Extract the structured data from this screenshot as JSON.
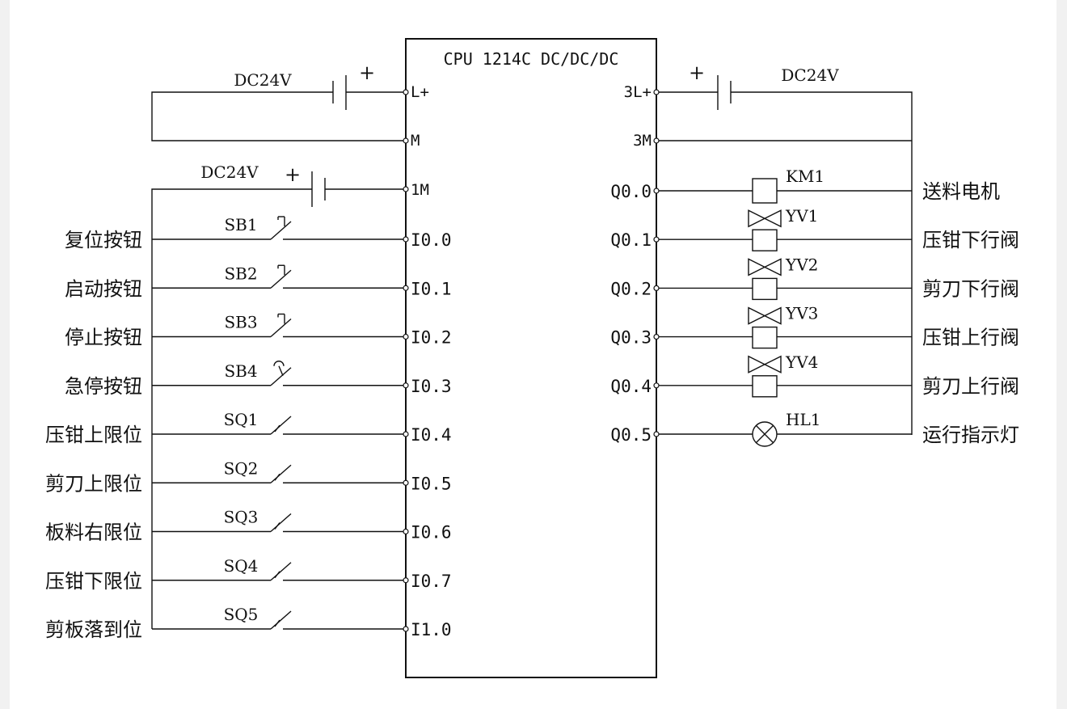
{
  "cpu": {
    "title": "CPU 1214C DC/DC/DC"
  },
  "power": {
    "dc24v": "DC24V",
    "plus": "+",
    "left_terms": [
      "L+",
      "M",
      "1M"
    ],
    "right_terms": [
      "3L+",
      "3M"
    ]
  },
  "inputs": [
    {
      "device": "SB1",
      "label": "复位按钮",
      "addr": "I0.0",
      "kind": "pb"
    },
    {
      "device": "SB2",
      "label": "启动按钮",
      "addr": "I0.1",
      "kind": "pb"
    },
    {
      "device": "SB3",
      "label": "停止按钮",
      "addr": "I0.2",
      "kind": "pb"
    },
    {
      "device": "SB4",
      "label": "急停按钮",
      "addr": "I0.3",
      "kind": "estop"
    },
    {
      "device": "SQ1",
      "label": "压钳上限位",
      "addr": "I0.4",
      "kind": "limit"
    },
    {
      "device": "SQ2",
      "label": "剪刀上限位",
      "addr": "I0.5",
      "kind": "limit"
    },
    {
      "device": "SQ3",
      "label": "板料右限位",
      "addr": "I0.6",
      "kind": "limit"
    },
    {
      "device": "SQ4",
      "label": "压钳下限位",
      "addr": "I0.7",
      "kind": "limit"
    },
    {
      "device": "SQ5",
      "label": "剪板落到位",
      "addr": "I1.0",
      "kind": "limit"
    }
  ],
  "outputs": [
    {
      "device": "KM1",
      "label": "送料电机",
      "addr": "Q0.0",
      "kind": "coil"
    },
    {
      "device": "YV1",
      "label": "压钳下行阀",
      "addr": "Q0.1",
      "kind": "valve"
    },
    {
      "device": "YV2",
      "label": "剪刀下行阀",
      "addr": "Q0.2",
      "kind": "valve"
    },
    {
      "device": "YV3",
      "label": "压钳上行阀",
      "addr": "Q0.3",
      "kind": "valve"
    },
    {
      "device": "YV4",
      "label": "剪刀上行阀",
      "addr": "Q0.4",
      "kind": "valve"
    },
    {
      "device": "HL1",
      "label": "运行指示灯",
      "addr": "Q0.5",
      "kind": "lamp"
    }
  ]
}
